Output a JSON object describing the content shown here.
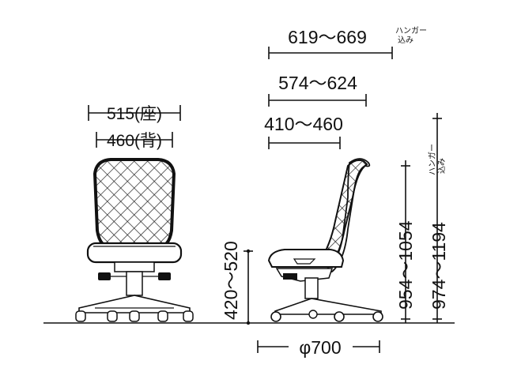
{
  "dimensions": {
    "seat_width": "515(座)",
    "back_width": "460(背)",
    "seat_height": "420〜520",
    "depth_with_hanger": "619〜669",
    "hanger_note_depth": [
      "ハンガー",
      "込み"
    ],
    "depth_mid": "574〜624",
    "depth_min": "410〜460",
    "total_height": "954〜1054",
    "total_height_with_hanger": "974〜1194",
    "hanger_note_height": [
      "ハンガー",
      "込み"
    ],
    "base_diameter": "φ700"
  },
  "colors": {
    "line": "#111111",
    "background": "#ffffff"
  }
}
